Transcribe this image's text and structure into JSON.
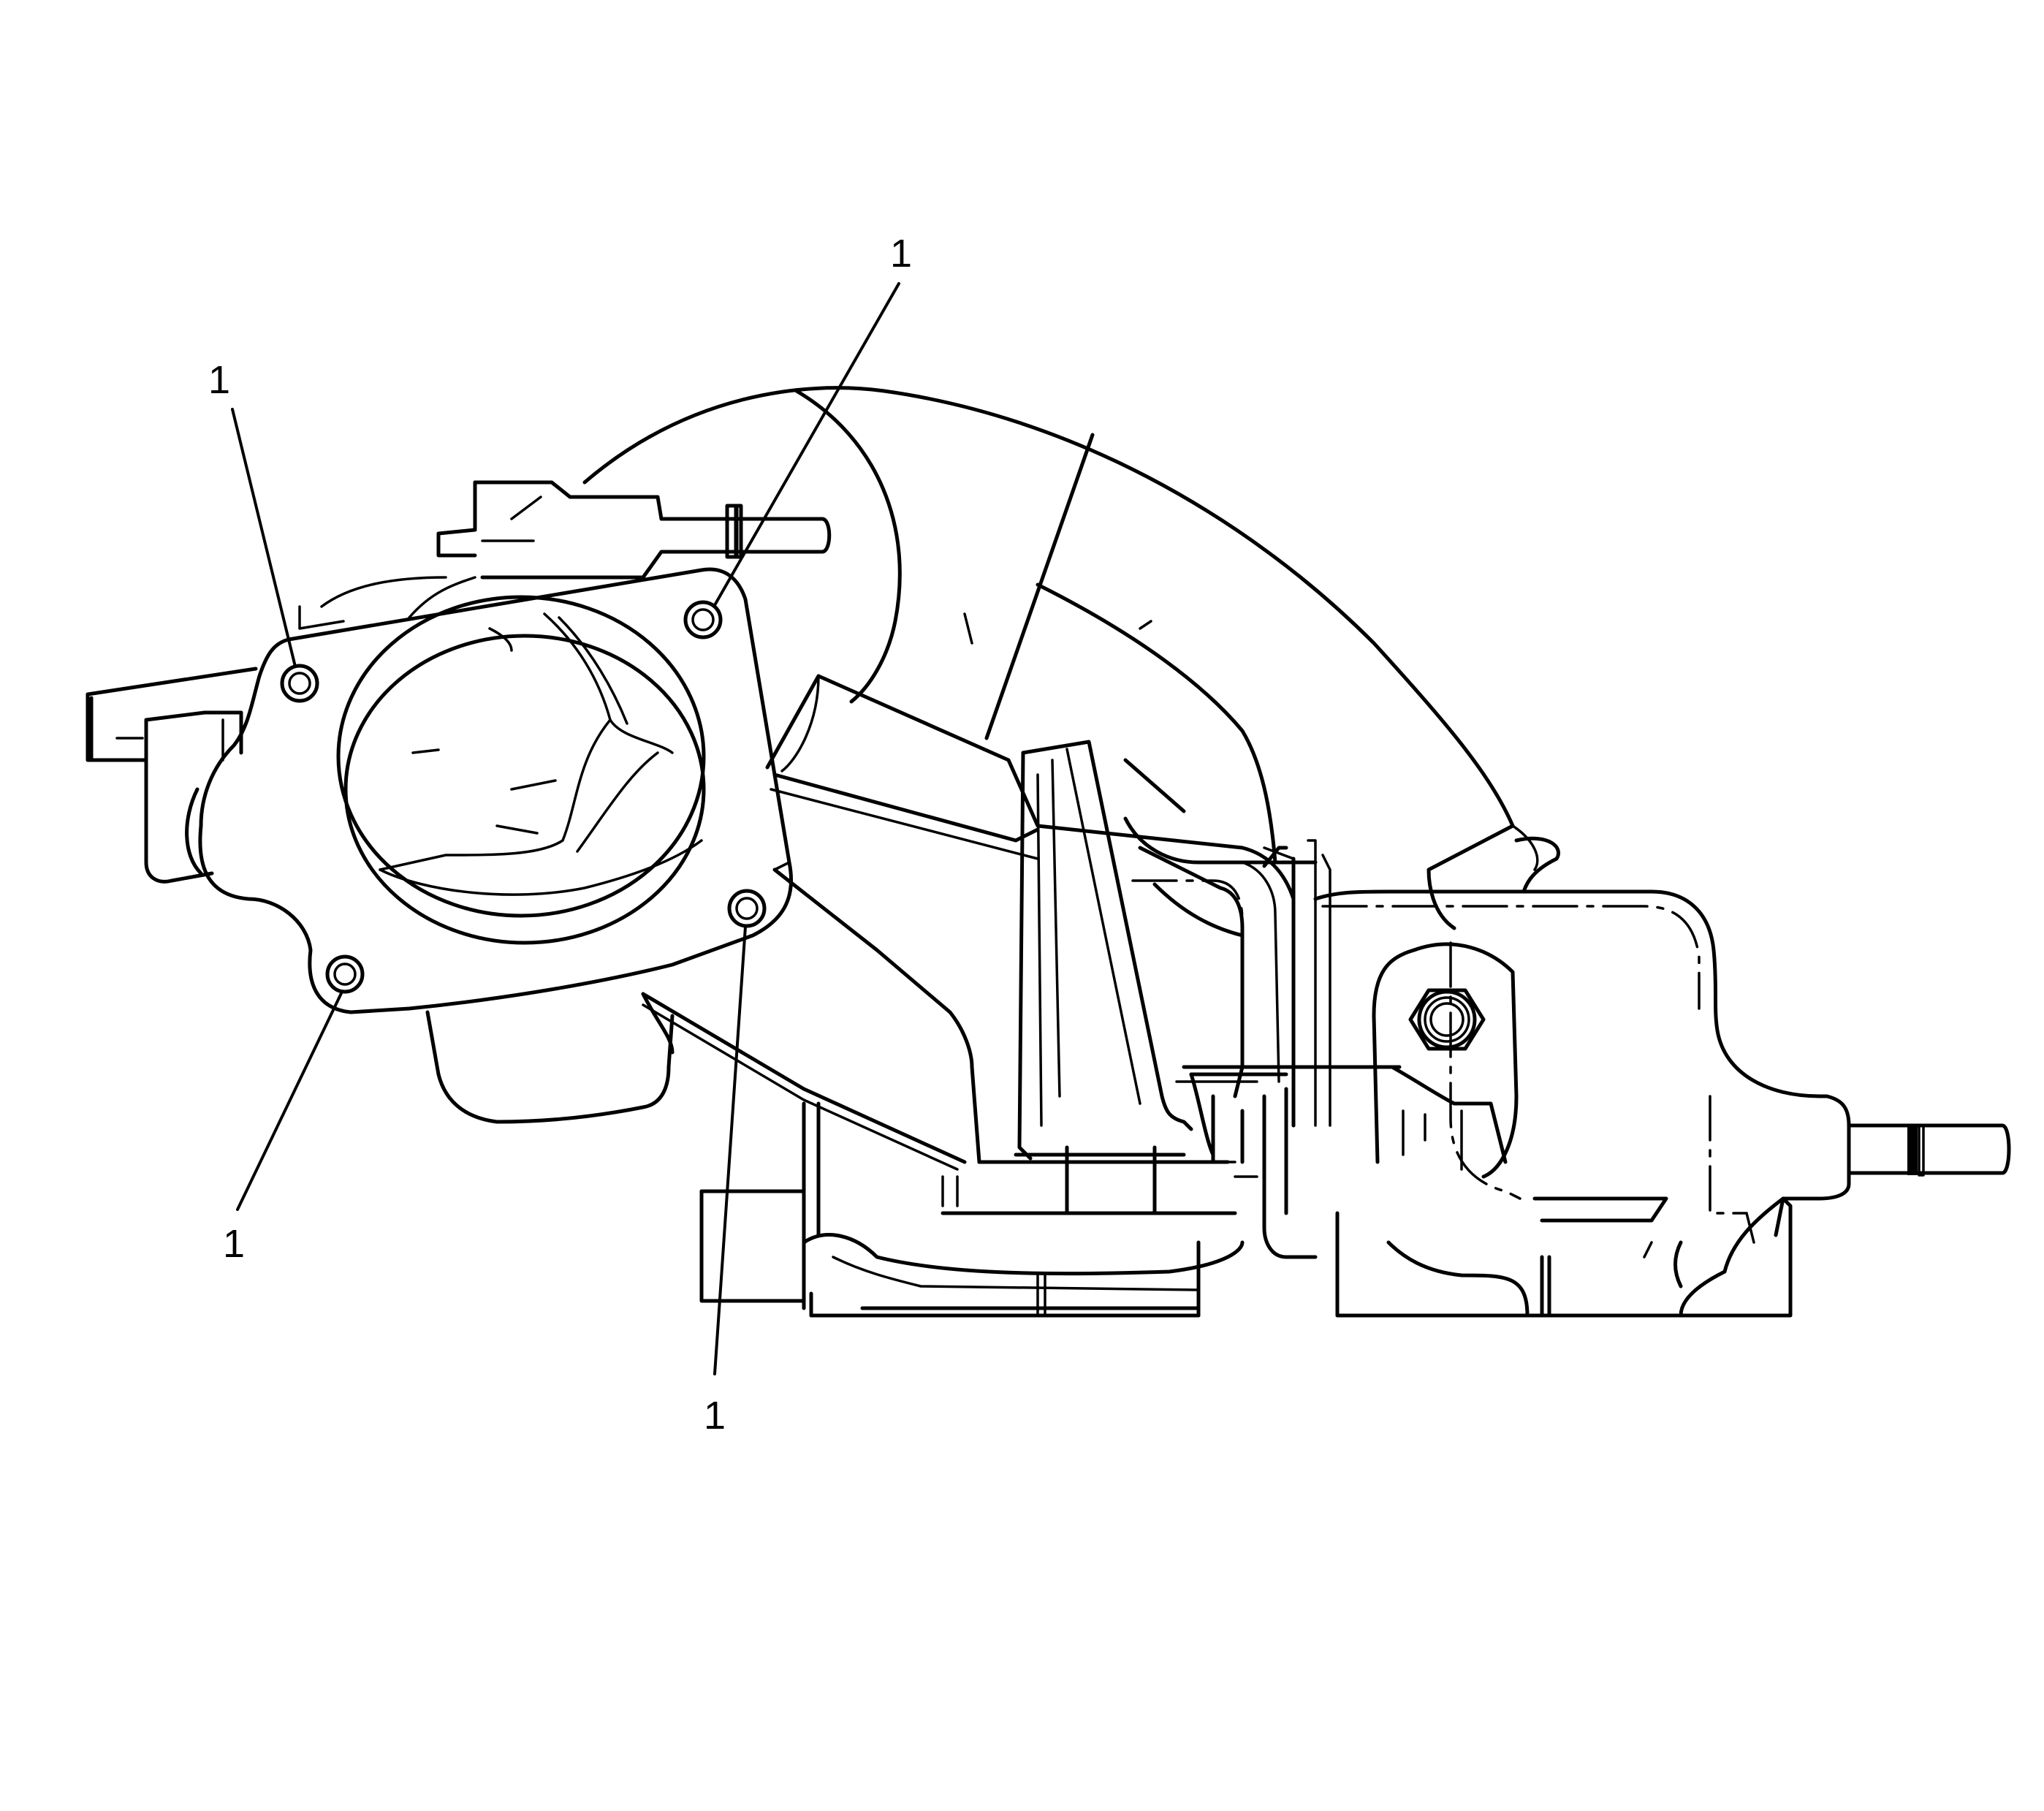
{
  "diagram": {
    "callouts": [
      {
        "id": "c1",
        "label": "1"
      },
      {
        "id": "c2",
        "label": "1"
      },
      {
        "id": "c3",
        "label": "1"
      },
      {
        "id": "c4",
        "label": "1"
      }
    ]
  }
}
